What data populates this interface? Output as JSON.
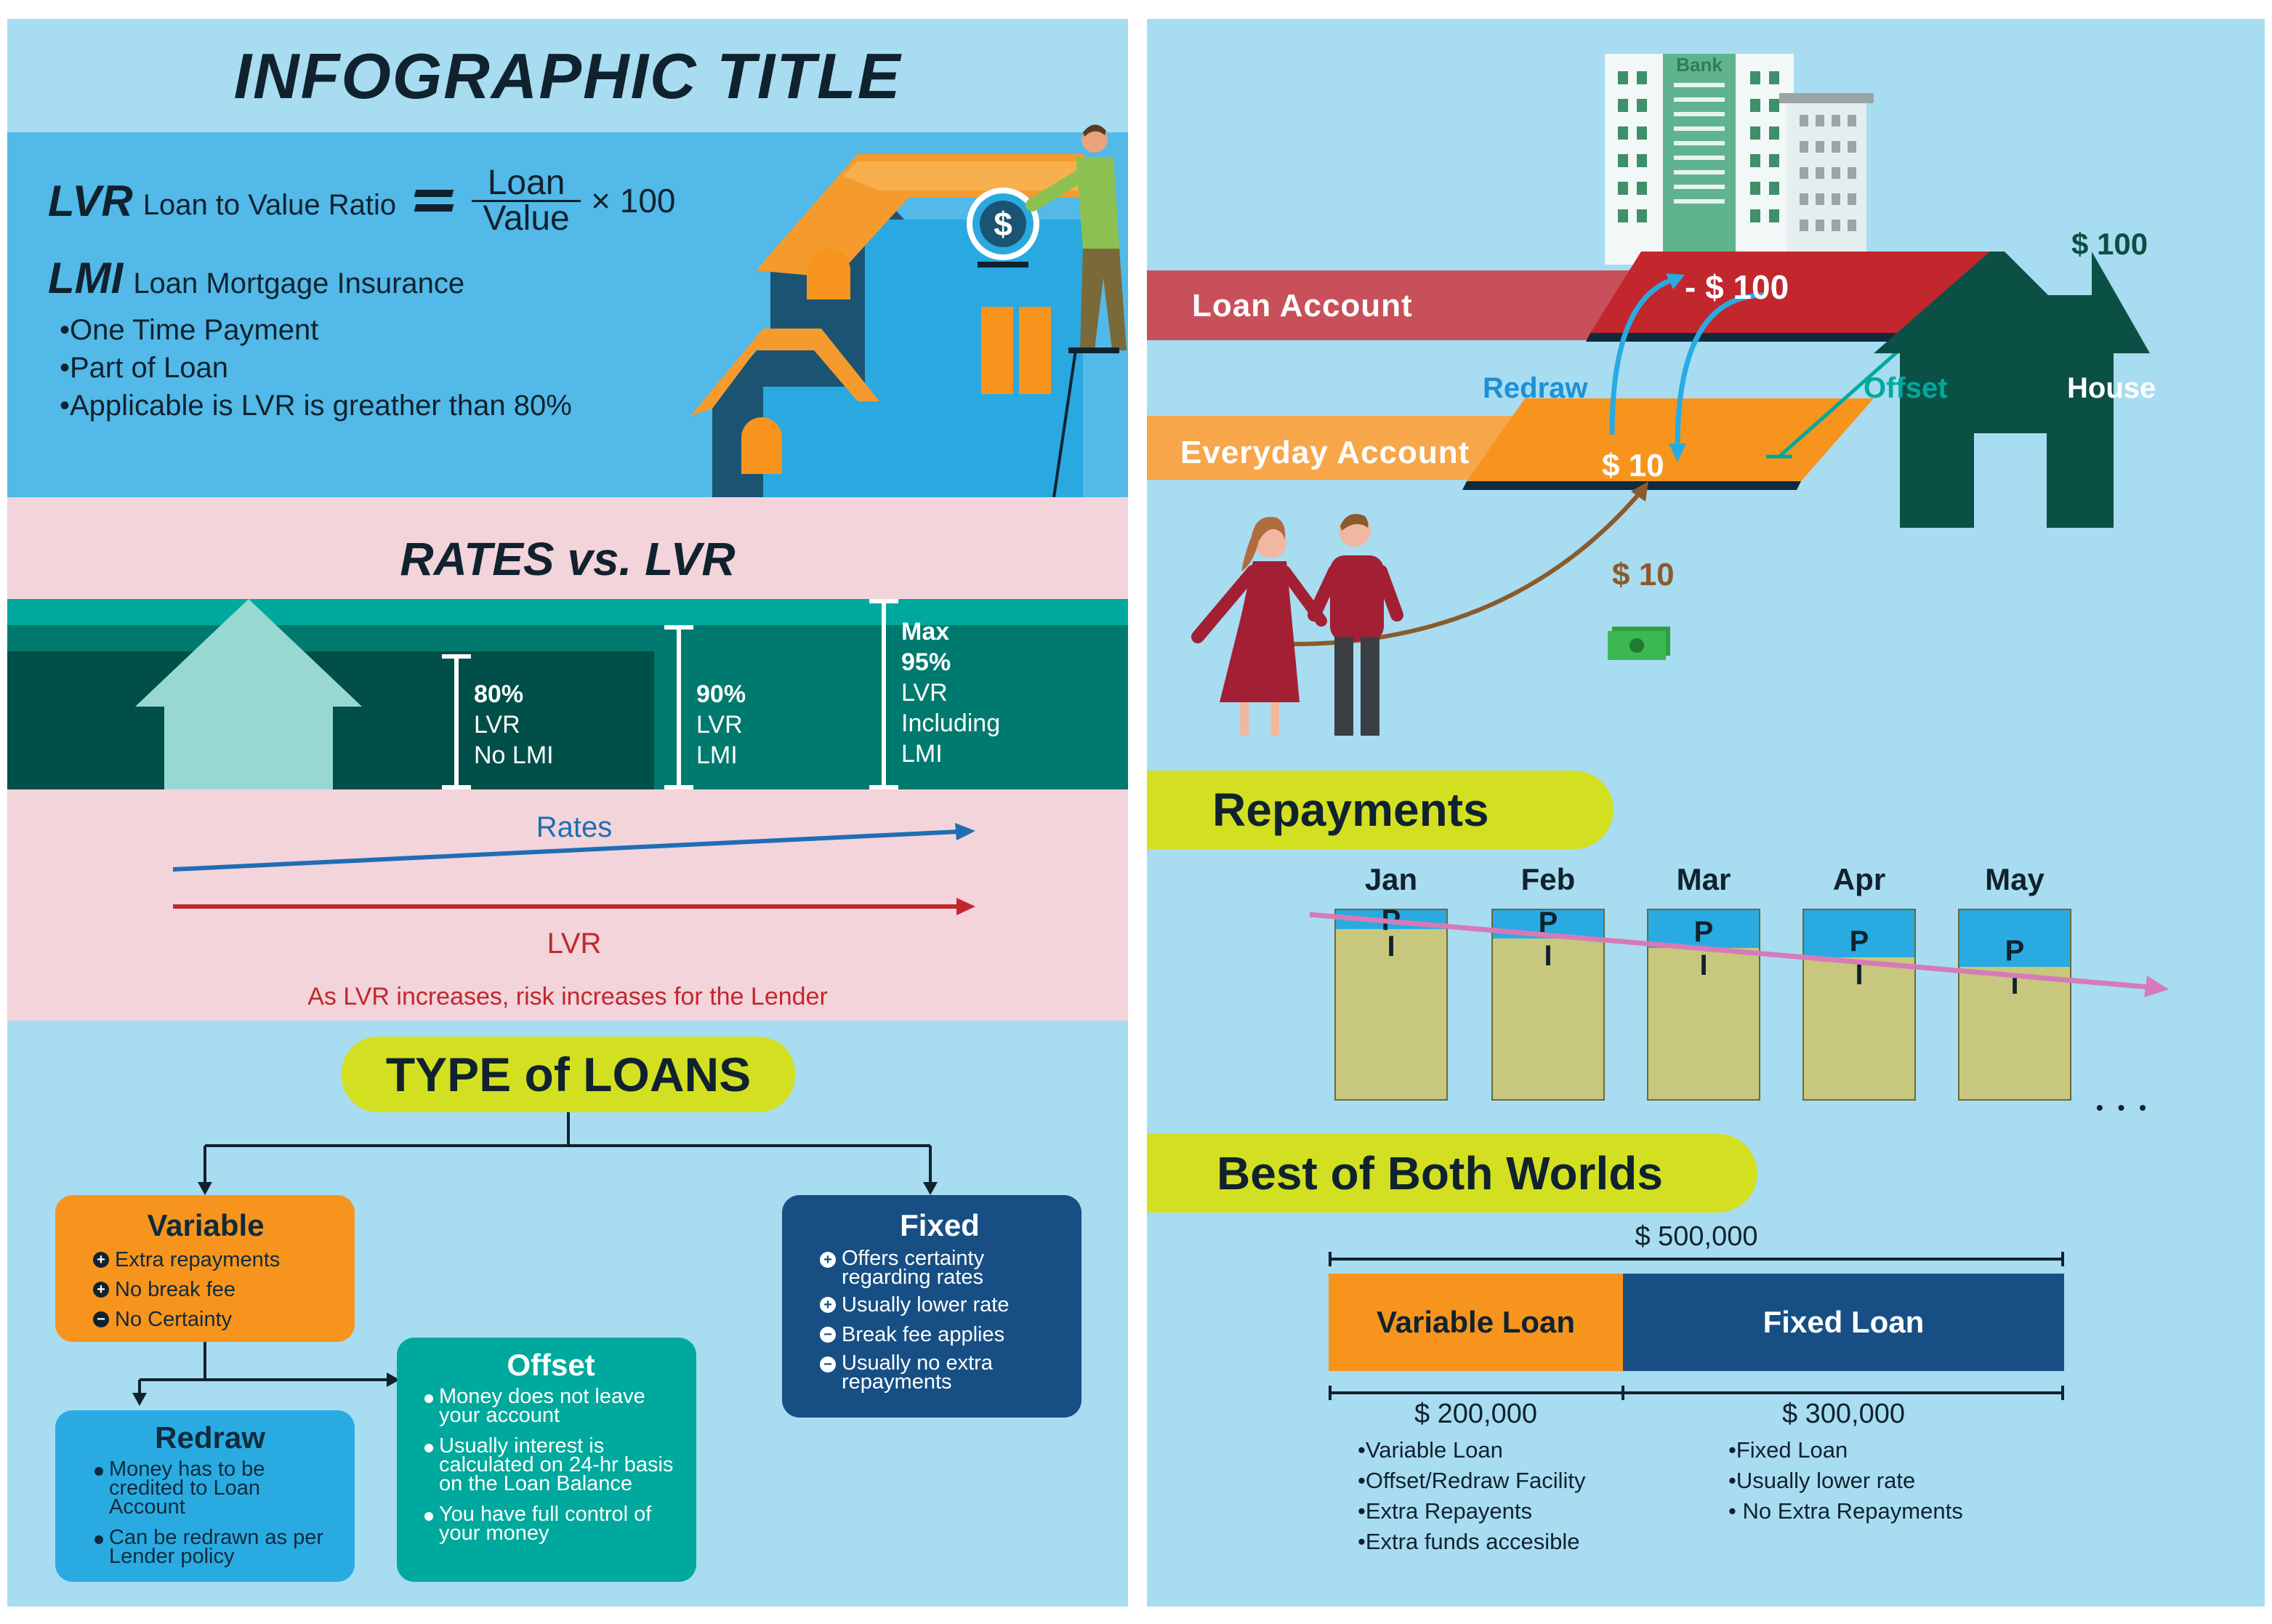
{
  "left": {
    "title": "INFOGRAPHIC TITLE",
    "lvr": {
      "abbr": "LVR",
      "label": "Loan to Value Ratio",
      "numerator": "Loan",
      "denominator": "Value",
      "multiplier": "× 100"
    },
    "lmi": {
      "abbr": "LMI",
      "label": "Loan Mortgage Insurance",
      "points": [
        "•One Time Payment",
        "•Part of Loan",
        "•Applicable is LVR is greather than 80%"
      ]
    },
    "rates_section": {
      "title": "RATES vs. LVR",
      "tiers": [
        {
          "lines": [
            "80%",
            "LVR",
            "No LMI"
          ]
        },
        {
          "lines": [
            "90%",
            "LVR",
            "LMI"
          ]
        },
        {
          "lines": [
            "Max",
            "95%",
            "LVR",
            "Including",
            "LMI"
          ]
        }
      ],
      "rates_label": "Rates",
      "lvr_label": "LVR",
      "note": "As LVR increases, risk increases for the Lender"
    },
    "loans_section": {
      "title": "TYPE of LOANS",
      "variable": {
        "title": "Variable",
        "items": [
          {
            "sign": "+",
            "text": "Extra repayments"
          },
          {
            "sign": "+",
            "text": "No break fee"
          },
          {
            "sign": "−",
            "text": "No Certainty"
          }
        ]
      },
      "fixed": {
        "title": "Fixed",
        "items": [
          {
            "sign": "+",
            "text": "Offers certainty regarding rates"
          },
          {
            "sign": "+",
            "text": "Usually lower rate"
          },
          {
            "sign": "−",
            "text": "Break fee applies"
          },
          {
            "sign": "−",
            "text": "Usually no extra repayments"
          }
        ]
      },
      "redraw": {
        "title": "Redraw",
        "items": [
          "Money has to be credited to Loan Account",
          "Can be redrawn as per Lender policy"
        ]
      },
      "offset": {
        "title": "Offset",
        "items": [
          "Money does not leave your account",
          "Usually interest is calculated on 24-hr basis on the Loan Balance",
          "You have full control of your money"
        ]
      }
    }
  },
  "right": {
    "bank_label": "Bank",
    "loan_account": "Loan Account",
    "loan_value": "- $ 100",
    "everyday_account": "Everyday Account",
    "everyday_value": "$ 10",
    "redraw_label": "Redraw",
    "offset_label": "Offset",
    "house_value": "$ 100",
    "house_label": "House",
    "cash_value": "$ 10",
    "repayments": {
      "title": "Repayments",
      "months": [
        "Jan",
        "Feb",
        "Mar",
        "Apr",
        "May"
      ],
      "principal_label": "P",
      "interest_label": "I",
      "principal_share": [
        0.1,
        0.15,
        0.2,
        0.25,
        0.3
      ],
      "ellipsis": "• • •"
    },
    "best": {
      "title": "Best of Both Worlds",
      "total": "$ 500,000",
      "variable_label": "Variable Loan",
      "fixed_label": "Fixed Loan",
      "variable_amount": "$ 200,000",
      "fixed_amount": "$ 300,000",
      "variable_share": 0.4,
      "variable_points": [
        "•Variable Loan",
        "•Offset/Redraw Facility",
        "•Extra Repayents",
        "•Extra funds accesible"
      ],
      "fixed_points": [
        "•Fixed Loan",
        "•Usually lower rate",
        "• No Extra Repayments"
      ]
    }
  },
  "colors": {
    "background": "#a8dcf1",
    "navy": "#0f2b3c",
    "sky": "#52b9e8",
    "pink": "#f2d4da",
    "teal": "#00a99d",
    "dark_teal": "#006d63",
    "orange": "#f7941d",
    "yellow_green": "#d3e021",
    "loan_red": "#c1272d",
    "fixed_blue": "#174f84",
    "redraw_blue": "#29abe2",
    "house_green": "#0b5045"
  }
}
